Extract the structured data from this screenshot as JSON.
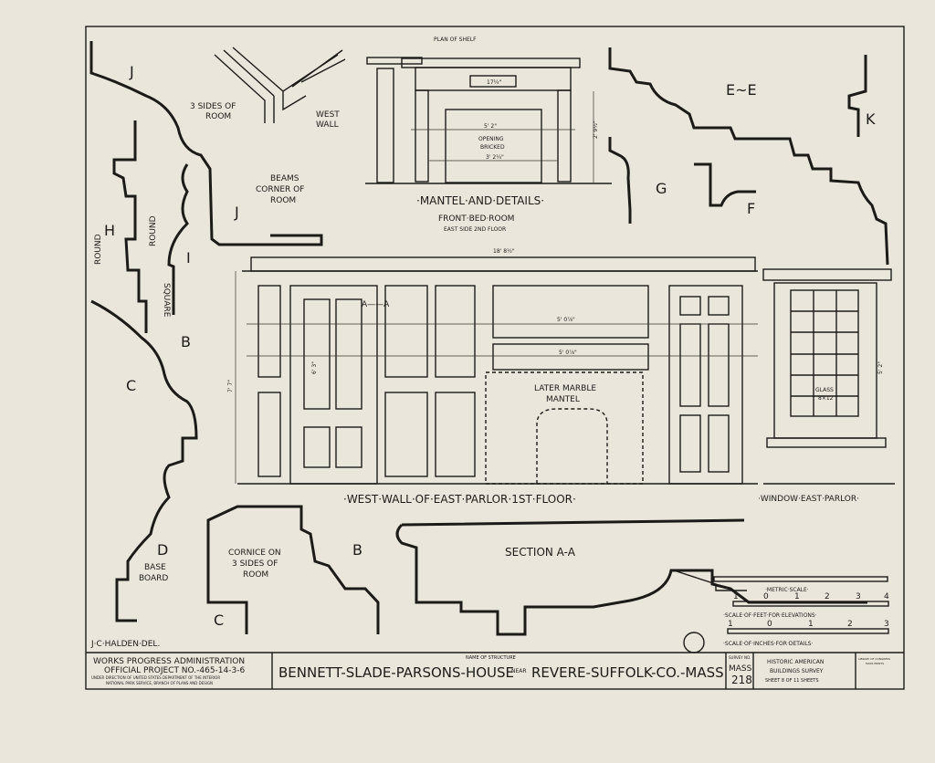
{
  "sheet": {
    "profile_labels": {
      "J": "J",
      "H": "H",
      "I": "I",
      "C": "C",
      "B": "B",
      "D": "D",
      "G": "G",
      "F": "F",
      "K": "K",
      "EE": "E~E",
      "J2": "J",
      "C2": "C",
      "B2": "B"
    },
    "round_1": "ROUND",
    "round_2": "ROUND",
    "square": "SQUARE",
    "base_board": [
      "BASE",
      "BOARD"
    ],
    "beams_note": {
      "sides": [
        "3 SIDES OF",
        "ROOM"
      ],
      "west_wall": [
        "WEST",
        "WALL"
      ],
      "title": [
        "BEAMS",
        "CORNER OF",
        "ROOM"
      ]
    },
    "cornice_note": [
      "CORNICE ON",
      "3 SIDES OF",
      "ROOM"
    ],
    "section_title": "SECTION A-A",
    "mantel": {
      "plan_of_shelf": "PLAN OF SHELF",
      "opening": [
        "OPENING",
        "BRICKED"
      ],
      "dims": {
        "width": "5' 2\"",
        "inner": "3' 2¼\"",
        "height": "2' 9½\"",
        "frieze": "17¼\""
      },
      "title": "·MANTEL·AND·DETAILS·",
      "subtitle_1": "FRONT·BED·ROOM",
      "subtitle_2": "EAST SIDE 2ND FLOOR"
    },
    "west_wall": {
      "title": "·WEST·WALL·OF·EAST·PARLOR·1ST·FLOOR·",
      "marble": [
        "LATER MARBLE",
        "MANTEL"
      ],
      "section_mark": "A——A",
      "dims": {
        "height": "7' 7\"",
        "width1": "5' 0⅞\"",
        "width2": "5' 0⅞\"",
        "top": "18' 8½\"",
        "door": "6' 3\""
      }
    },
    "window": {
      "title": "·WINDOW·EAST·PARLOR·",
      "glass": [
        "GLASS",
        "8×12"
      ],
      "height": "5' 2\""
    },
    "scales": {
      "metric": "·METRIC·SCALE·",
      "feet_ticks": [
        "1",
        "0",
        "1",
        "2",
        "3",
        "4"
      ],
      "feet": "·SCALE·OF·FEET·FOR·ELEVATIONS·",
      "inch_ticks": [
        "1",
        "0",
        "1",
        "2",
        "3"
      ],
      "inches": "·SCALE·OF·INCHES·FOR·DETAILS·"
    },
    "delineator": "J·C·HALDEN·DEL.",
    "title_block": {
      "agency_1": "WORKS PROGRESS ADMINISTRATION",
      "agency_2": "OFFICIAL PROJECT NO.-465-14-3-6",
      "agency_3": "UNDER DIRECTION OF UNITED STATES DEPARTMENT OF THE INTERIOR",
      "agency_4": "NATIONAL PARK SERVICE, BRANCH OF PLANS AND DESIGN",
      "name_label": "NAME OF STRUCTURE",
      "name": "BENNETT-SLADE-PARSONS-HOUSE",
      "near": "NEAR",
      "location": "REVERE-SUFFOLK-CO.-MASS",
      "survey_label": "SURVEY NO.",
      "survey_1": "MASS",
      "survey_2": "218",
      "habs_1": "HISTORIC AMERICAN",
      "habs_2": "BUILDINGS SURVEY",
      "sheet": "SHEET 8 OF 11 SHEETS",
      "library": [
        "LIBRARY OF CONGRESS",
        "MASS PRINTS"
      ]
    }
  }
}
